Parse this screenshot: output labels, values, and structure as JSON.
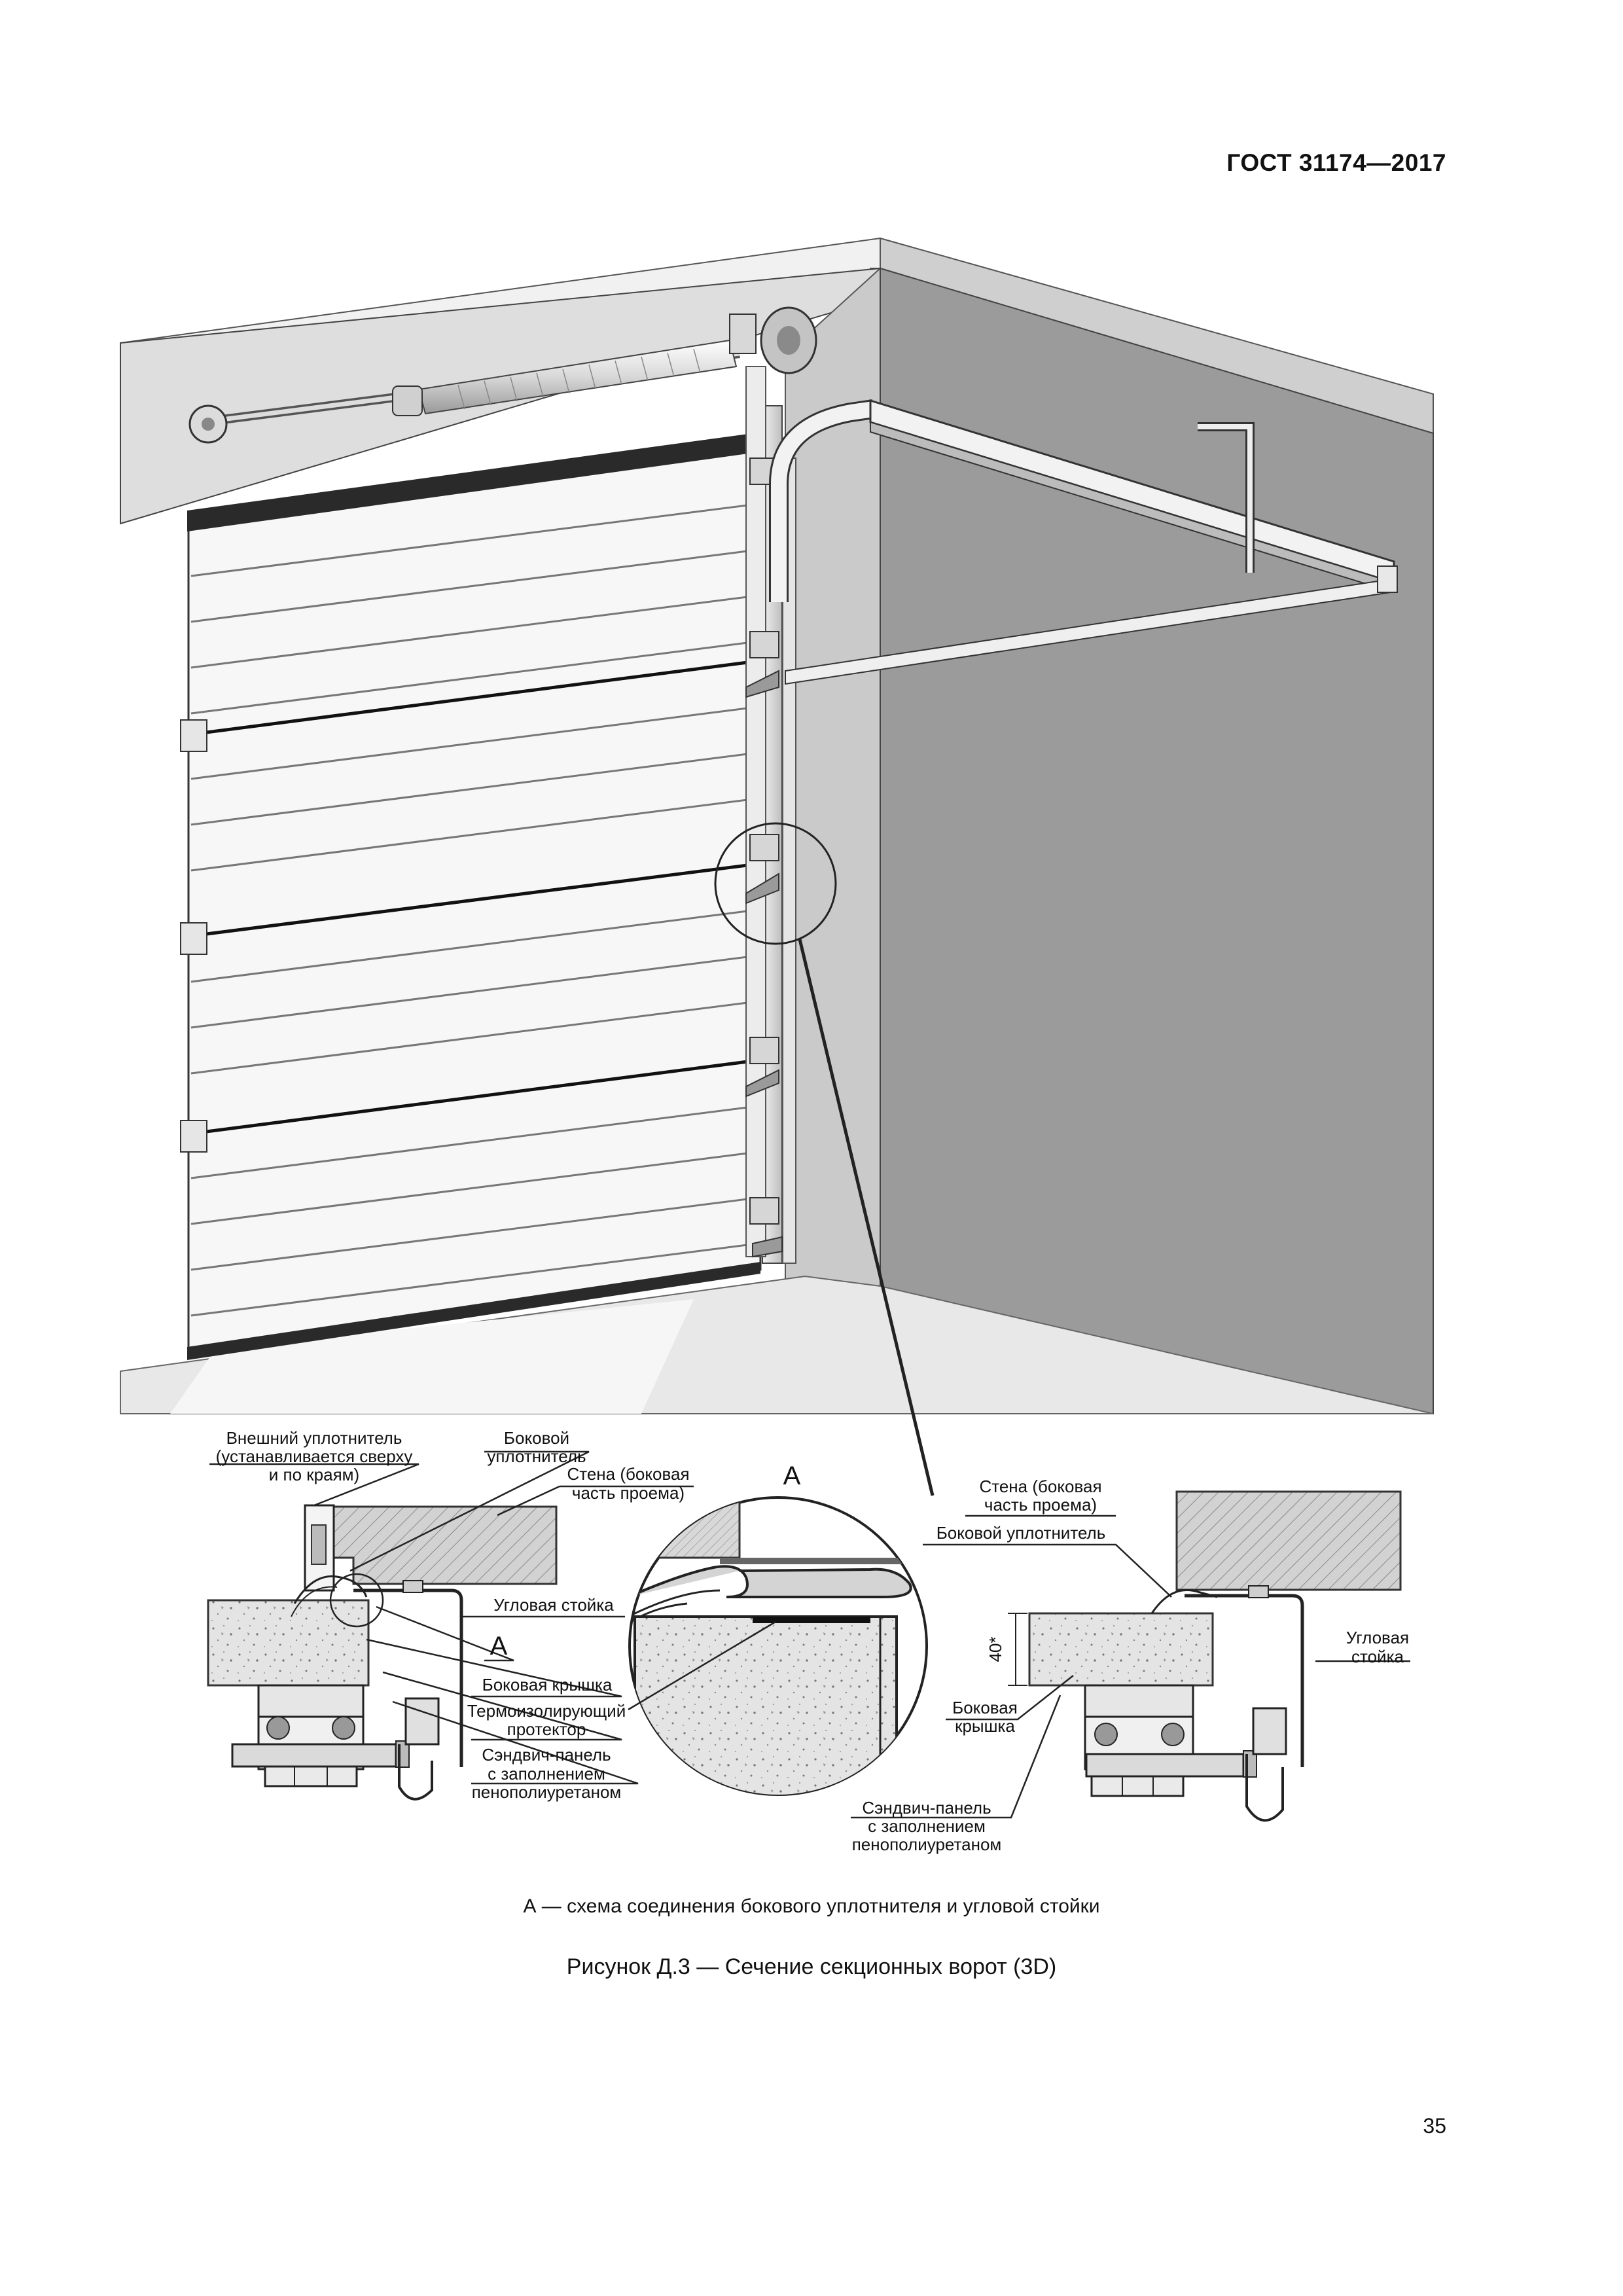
{
  "header": {
    "standard": "ГОСТ 31174—2017"
  },
  "labels": {
    "outer_seal_1": "Внешний уплотнитель",
    "outer_seal_2": "(устанавливается сверху",
    "outer_seal_3": "и по краям)",
    "side_seal_1": "Боковой",
    "side_seal_2": "уплотнитель",
    "wall_left_1": "Стена (боковая",
    "wall_left_2": "часть проема)",
    "corner_post_left": "Угловая стойка",
    "marker_a_small": "А",
    "side_cover_left": "Боковая крышка",
    "thermo_1": "Термоизолирующий",
    "thermo_2": "протектор",
    "sandwich_left_1": "Сэндвич-панель",
    "sandwich_left_2": "с заполнением",
    "sandwich_left_3": "пенополиуретаном",
    "marker_a_circle": "А",
    "wall_right_1": "Стена (боковая",
    "wall_right_2": "часть проема)",
    "side_seal_right": "Боковой уплотнитель",
    "dimension": "40*",
    "corner_post_right_1": "Угловая",
    "corner_post_right_2": "стойка",
    "side_cover_right_1": "Боковая",
    "side_cover_right_2": "крышка",
    "sandwich_right_1": "Сэндвич-панель",
    "sandwich_right_2": "с заполнением",
    "sandwich_right_3": "пенополиуретаном"
  },
  "captions": {
    "note": "А — схема соединения бокового уплотнителя и угловой стойки",
    "figure": "Рисунок Д.3 — Сечение секционных ворот (3D)"
  },
  "page_number": "35"
}
